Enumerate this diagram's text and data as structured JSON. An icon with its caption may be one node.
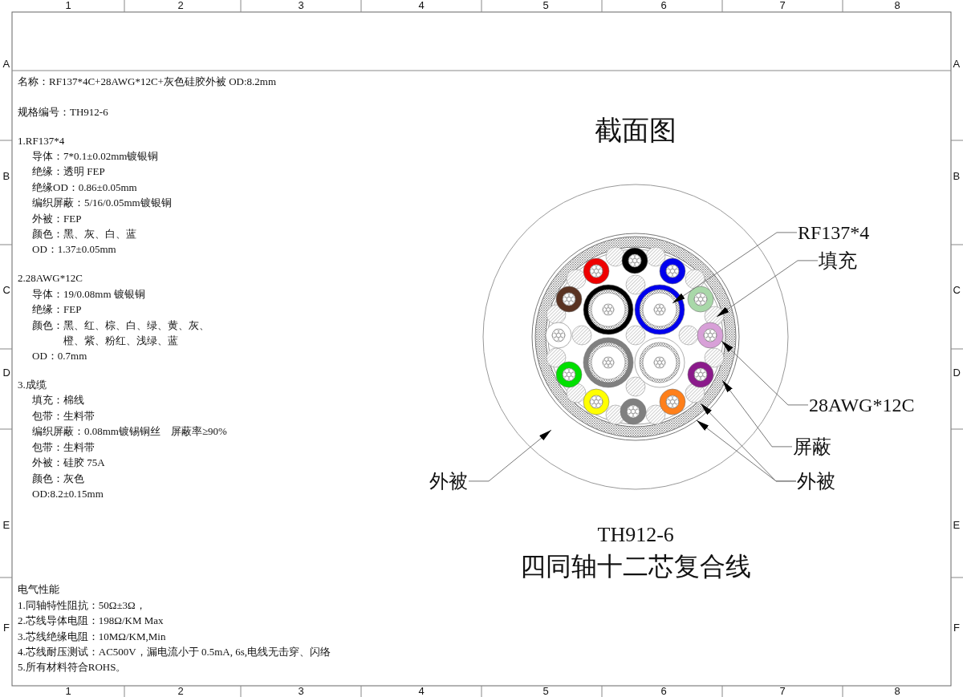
{
  "diagram": {
    "title": "截面图",
    "nodes": [
      {
        "text": [
          "RF137*4"
        ]
      },
      {
        "text": [
          "填充"
        ]
      },
      {
        "text": [
          "28AWG*12C"
        ]
      },
      {
        "text": [
          "屏蔽"
        ]
      },
      {
        "text": [
          "外被"
        ]
      },
      {
        "text": [
          "外被"
        ]
      }
    ],
    "edges": [
      {
        "from": 0,
        "to": null,
        "arrow": "to"
      },
      {
        "from": 1,
        "to": null,
        "arrow": "to"
      },
      {
        "from": 2,
        "to": null,
        "arrow": "to"
      },
      {
        "from": 3,
        "to": null,
        "arrow": "to"
      },
      {
        "from": 4,
        "to": null,
        "arrow": "to"
      },
      {
        "from": 5,
        "to": null,
        "arrow": "to"
      },
      {
        "from": 5,
        "to": null,
        "arrow": "to"
      }
    ],
    "labels": [
      "1",
      "2",
      "3",
      "4",
      "5",
      "6",
      "7",
      "8",
      "A",
      "B",
      "C",
      "D",
      "E",
      "F",
      "A",
      "B",
      "C",
      "D",
      "E",
      "F",
      "1",
      "2",
      "3",
      "4",
      "5",
      "6",
      "7",
      "8",
      "名称：RF137*4C+28AWG*12C+灰色硅胶外被 OD:8.2mm",
      "规格编号：TH912-6",
      "1.RF137*4",
      "导体：7*0.1±0.02mm镀银铜",
      "绝缘：透明 FEP",
      "绝缘OD：0.86±0.05mm",
      "编织屏蔽：5/16/0.05mm镀银铜",
      "外被：FEP",
      "颜色：黑、灰、白、蓝",
      "OD：1.37±0.05mm",
      "2.28AWG*12C",
      "导体：19/0.08mm 镀银铜",
      "绝缘：FEP",
      "颜色：黑、红、棕、白、绿、黄、灰、橙、紫、粉红、浅绿、蓝",
      "OD：0.7mm",
      "3.成缆",
      "填充：棉线",
      "包带：生料带",
      "编织屏蔽：0.08mm镀锡铜丝　屏蔽率≥90%",
      "包带：生料带",
      "外被：硅胶 75A",
      "颜色：灰色",
      "OD:8.2±0.15mm",
      "电气性能",
      "1.同轴特性阻抗：50Ω±3Ω，",
      "2.芯线导体电阻：198Ω/KM Max",
      "3.芯线绝缘电阻：10MΩ/KM,Min",
      "4.芯线耐压测试：AC500V，漏电流小于 0.5mA, 6s,电线无击穿、闪络",
      "5.所有材料符合ROHS。",
      "TH912-6",
      "四同轴十二芯复合线"
    ]
  }
}
